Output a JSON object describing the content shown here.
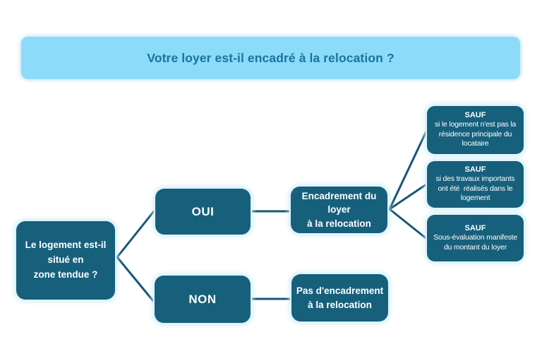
{
  "title": {
    "text": "Votre loyer est-il encadré à la relocation ?"
  },
  "colors": {
    "page_bg": "#ffffff",
    "banner_bg": "#8bdbf9",
    "banner_text": "#1b73a2",
    "box_bg": "#16607c",
    "box_text": "#ffffff",
    "connector": "#145877",
    "glow": "#cdedfa"
  },
  "nodes": {
    "question": {
      "text": "Le logement est-il\nsitué en\nzone tendue ?"
    },
    "yes": {
      "label": "OUI"
    },
    "no": {
      "label": "NON"
    },
    "framed": {
      "text": "Encadrement du\nloyer\nà la relocation"
    },
    "not_framed": {
      "text": "Pas d'encadrement\nà la relocation"
    },
    "exceptions": [
      {
        "heading": "SAUF",
        "text": "si le logement n'est pas la\nrésidence principale du\nlocataire"
      },
      {
        "heading": "SAUF",
        "text": "si des travaux importants\nont été  réalisés dans le\nlogement"
      },
      {
        "heading": "SAUF",
        "text": "Sous-évaluation manifeste\ndu montant du loyer"
      }
    ]
  }
}
